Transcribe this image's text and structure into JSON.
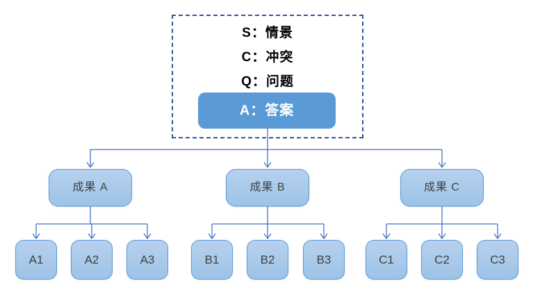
{
  "scqa": {
    "situation": "S：情景",
    "conflict": "C：冲突",
    "question": "Q：问题",
    "answer": "A：答案"
  },
  "tree": {
    "results": [
      {
        "label": "成果 A",
        "children": [
          "A1",
          "A2",
          "A3"
        ]
      },
      {
        "label": "成果 B",
        "children": [
          "B1",
          "B2",
          "B3"
        ]
      },
      {
        "label": "成果 C",
        "children": [
          "C1",
          "C2",
          "C3"
        ]
      }
    ]
  },
  "colors": {
    "background": "#FFFFFF",
    "connector": "#4472C4",
    "dashed_border": "#2F5496",
    "answer_fill": "#5B9BD5",
    "answer_text": "#FFFFFF",
    "node_fill_top": "#B7D1EE",
    "node_fill_bottom": "#9DC3E6",
    "node_border": "#5B9BD5",
    "node_text": "#404040",
    "scqa_text": "#000000"
  }
}
